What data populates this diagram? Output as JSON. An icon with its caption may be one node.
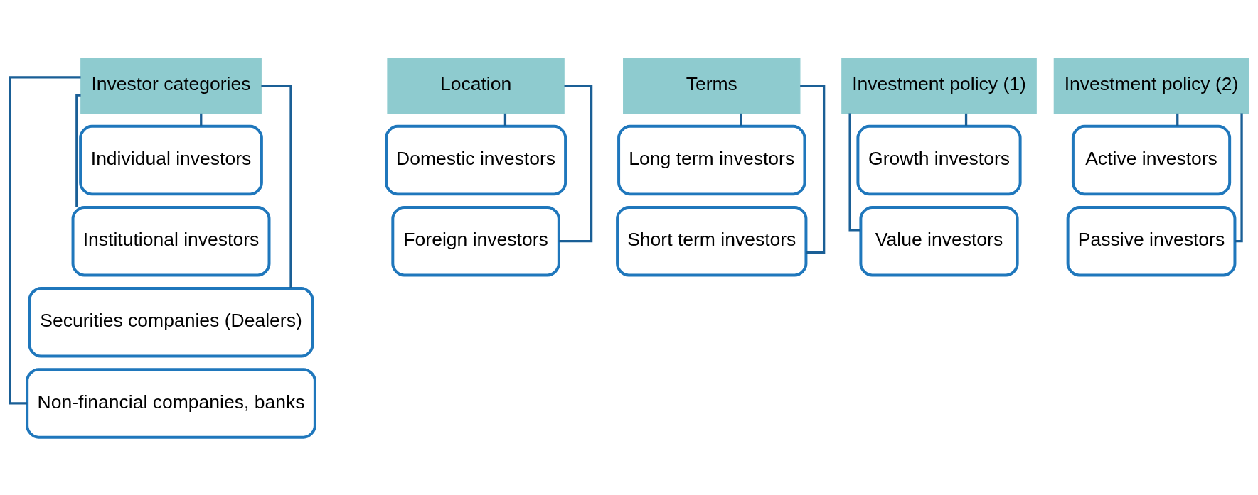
{
  "diagram": {
    "nodes": [
      {
        "text": [
          "Investor categories"
        ]
      },
      {
        "text": [
          "Individual investors"
        ]
      },
      {
        "text": [
          "Institutional investors"
        ]
      },
      {
        "text": [
          "Securities companies (Dealers)"
        ]
      },
      {
        "text": [
          "Non-financial companies, banks"
        ]
      },
      {
        "text": [
          "Location"
        ]
      },
      {
        "text": [
          "Domestic investors"
        ]
      },
      {
        "text": [
          "Foreign investors"
        ]
      },
      {
        "text": [
          "Terms"
        ]
      },
      {
        "text": [
          "Long term investors"
        ]
      },
      {
        "text": [
          "Short term investors"
        ]
      },
      {
        "text": [
          "Investment policy (1)"
        ]
      },
      {
        "text": [
          "Growth investors"
        ]
      },
      {
        "text": [
          "Value investors"
        ]
      },
      {
        "text": [
          "Investment policy (2)"
        ]
      },
      {
        "text": [
          "Active investors"
        ]
      },
      {
        "text": [
          "Passive investors"
        ]
      }
    ],
    "edges": [
      {
        "from": 0,
        "to": 1,
        "arrow": "none"
      },
      {
        "from": 0,
        "to": 2,
        "arrow": "none"
      },
      {
        "from": 0,
        "to": 3,
        "arrow": "none"
      },
      {
        "from": 0,
        "to": 4,
        "arrow": "none"
      },
      {
        "from": 5,
        "to": 6,
        "arrow": "none"
      },
      {
        "from": 5,
        "to": 7,
        "arrow": "none"
      },
      {
        "from": 8,
        "to": 9,
        "arrow": "none"
      },
      {
        "from": 8,
        "to": 10,
        "arrow": "none"
      },
      {
        "from": 11,
        "to": 12,
        "arrow": "none"
      },
      {
        "from": 11,
        "to": 13,
        "arrow": "none"
      },
      {
        "from": 14,
        "to": 15,
        "arrow": "none"
      },
      {
        "from": 14,
        "to": 16,
        "arrow": "none"
      }
    ]
  }
}
